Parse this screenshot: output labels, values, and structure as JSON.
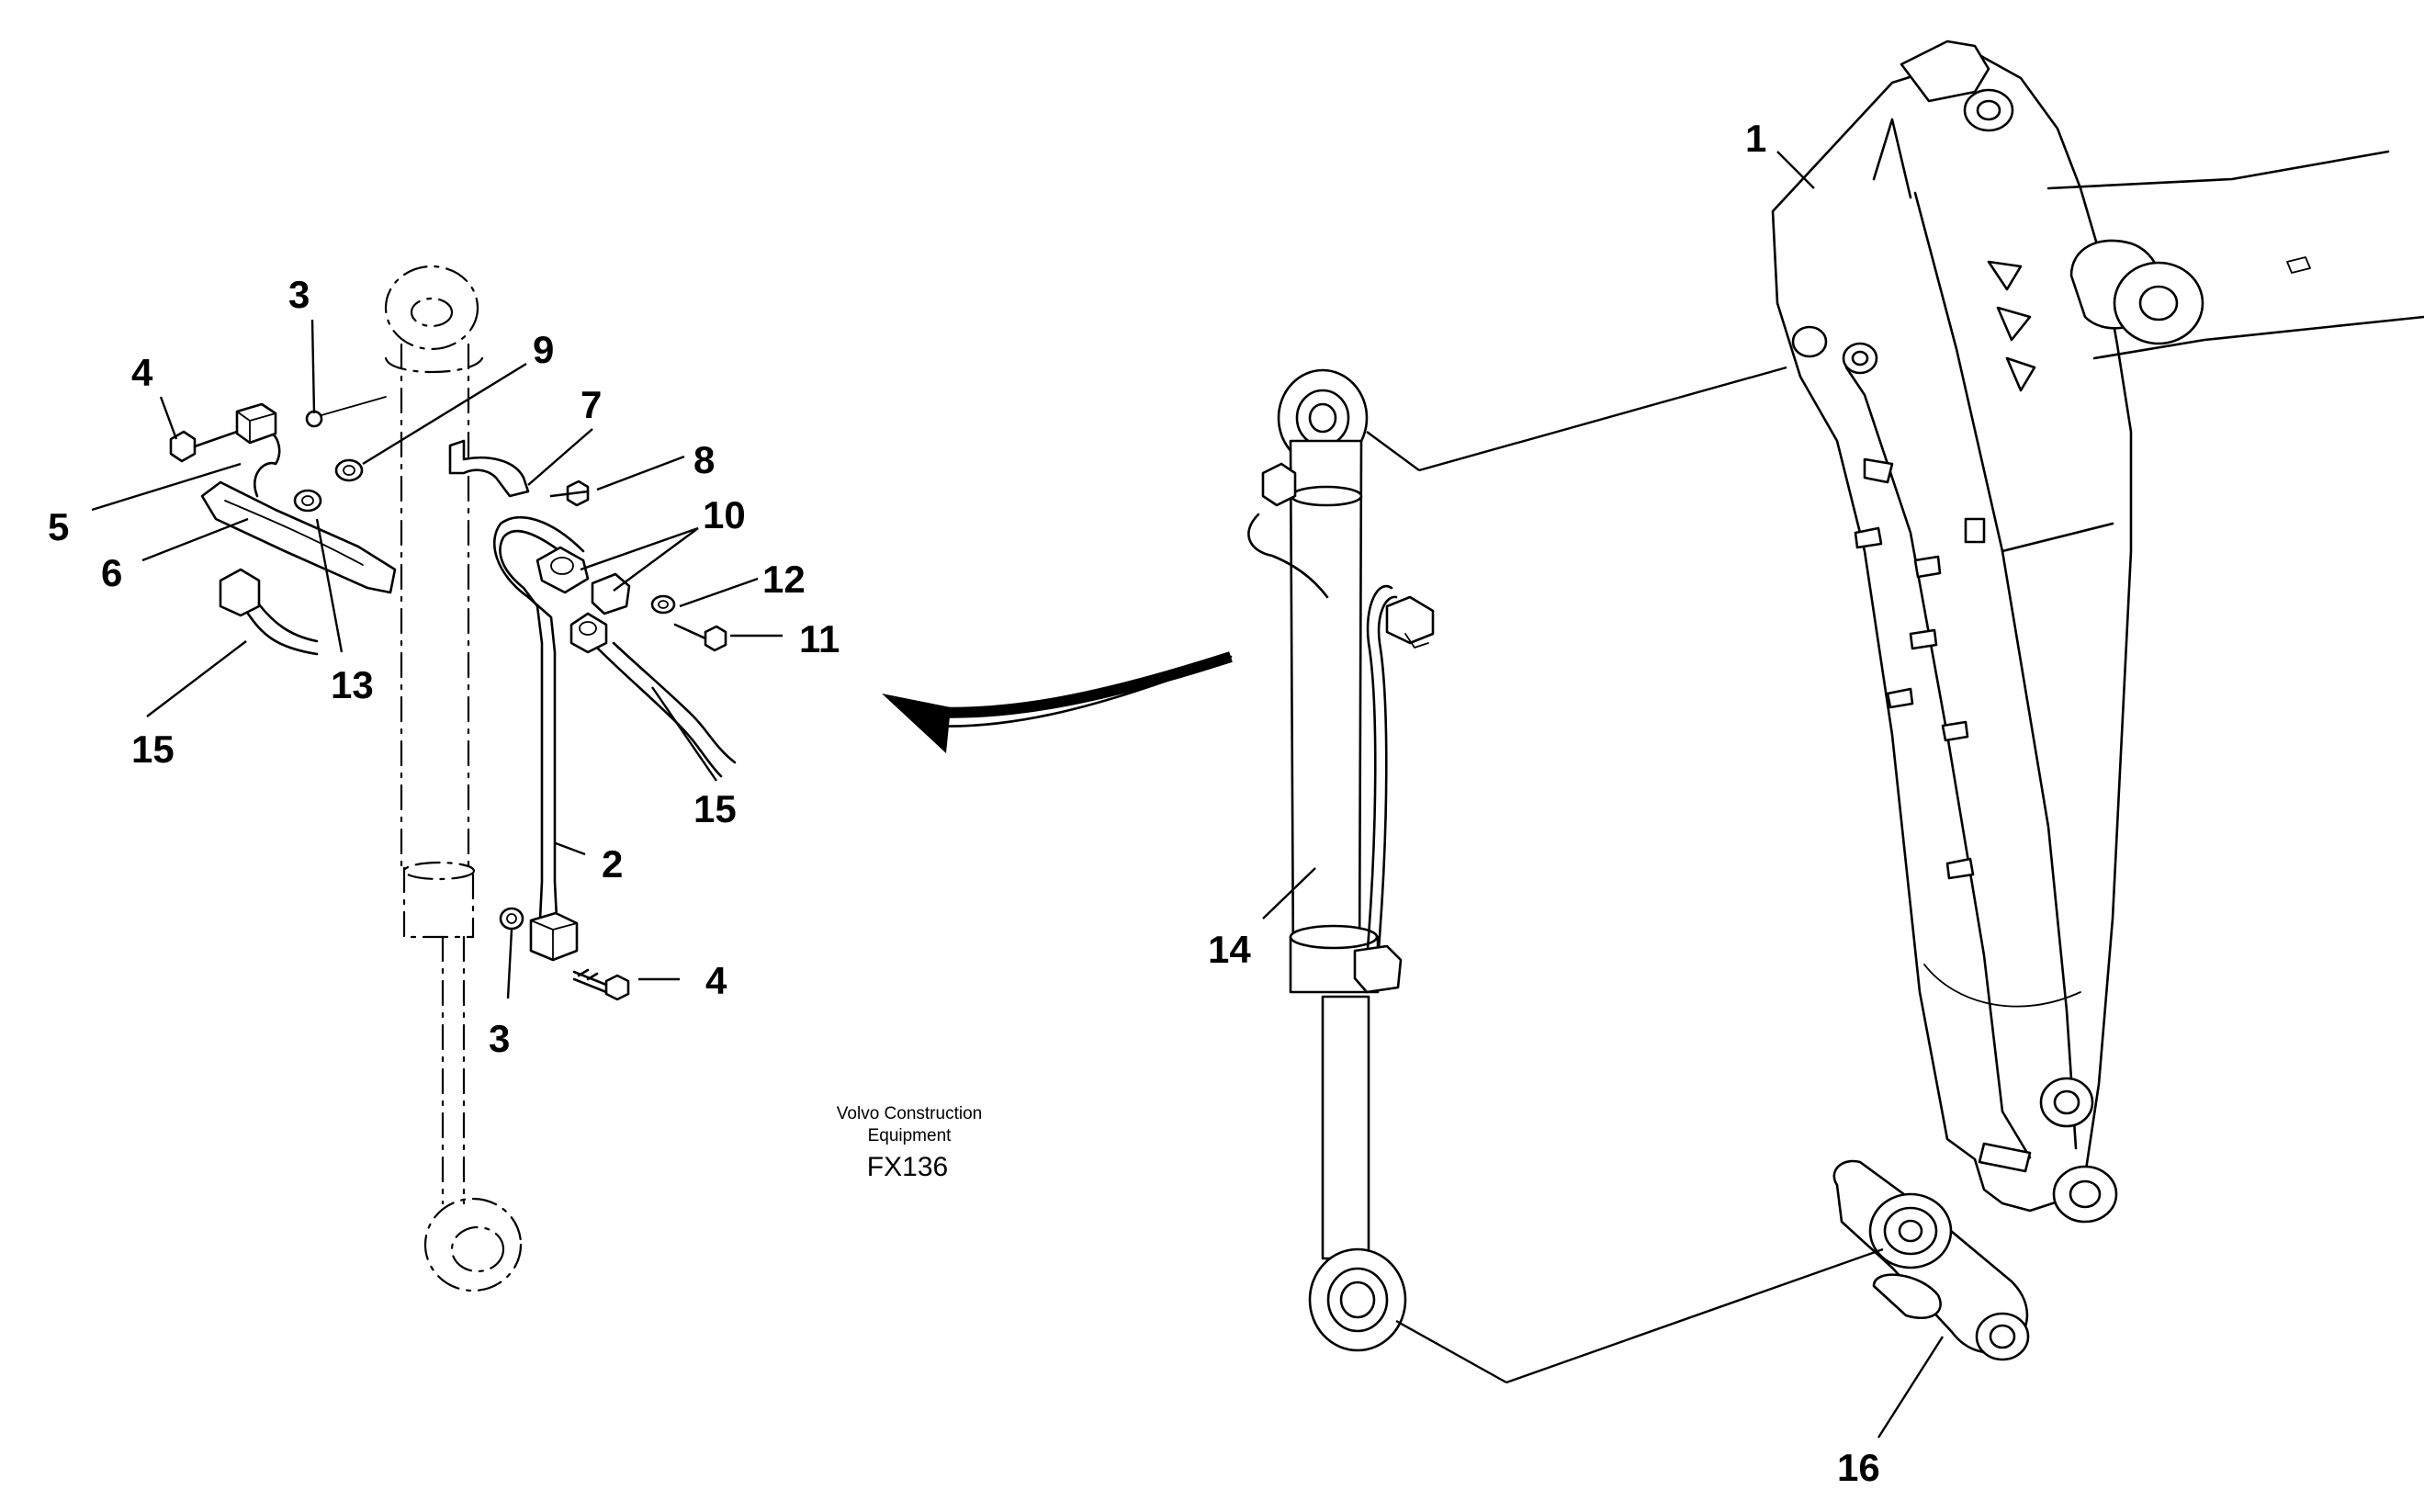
{
  "diagram": {
    "callouts": [
      {
        "id": "c1",
        "label": "1"
      },
      {
        "id": "c2",
        "label": "2"
      },
      {
        "id": "c3a",
        "label": "3"
      },
      {
        "id": "c3b",
        "label": "3"
      },
      {
        "id": "c4a",
        "label": "4"
      },
      {
        "id": "c4b",
        "label": "4"
      },
      {
        "id": "c5",
        "label": "5"
      },
      {
        "id": "c6",
        "label": "6"
      },
      {
        "id": "c7",
        "label": "7"
      },
      {
        "id": "c8",
        "label": "8"
      },
      {
        "id": "c9",
        "label": "9"
      },
      {
        "id": "c10",
        "label": "10"
      },
      {
        "id": "c11",
        "label": "11"
      },
      {
        "id": "c12",
        "label": "12"
      },
      {
        "id": "c13",
        "label": "13"
      },
      {
        "id": "c14",
        "label": "14"
      },
      {
        "id": "c15a",
        "label": "15"
      },
      {
        "id": "c15b",
        "label": "15"
      },
      {
        "id": "c16",
        "label": "16"
      }
    ],
    "credit": {
      "line1": "Volvo Construction",
      "line2": "Equipment",
      "code": "FX136"
    }
  }
}
